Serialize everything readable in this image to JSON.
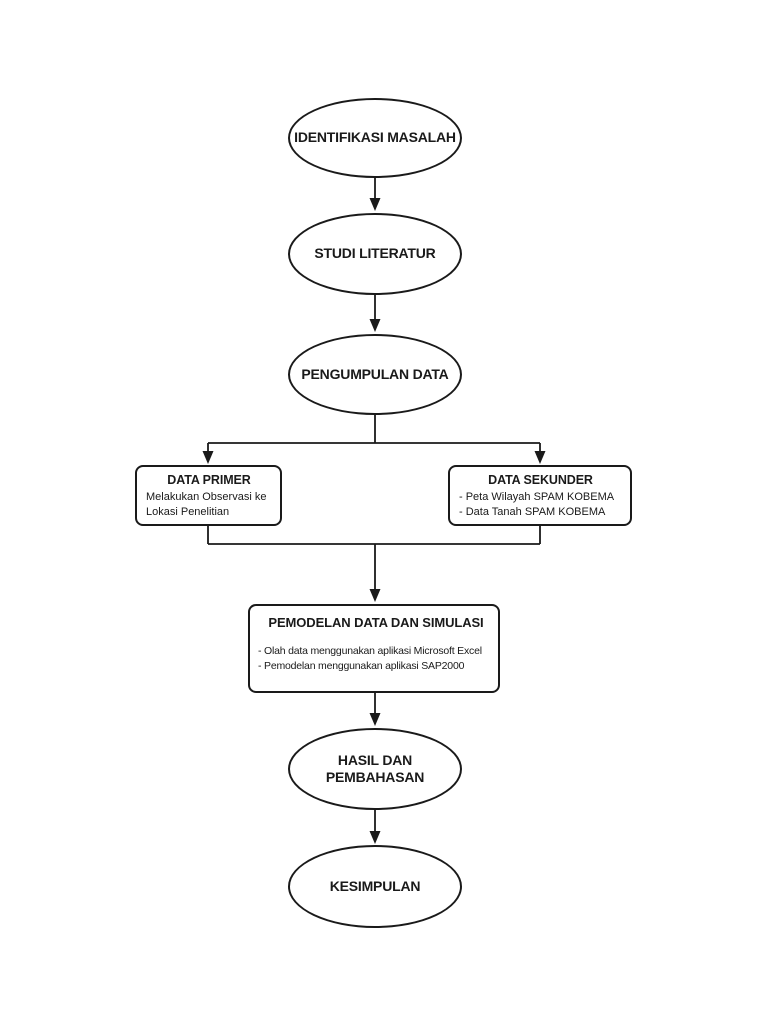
{
  "flowchart": {
    "colors": {
      "stroke": "#1a1a1a",
      "text": "#1a1a1a",
      "background": "#ffffff"
    },
    "nodes": {
      "identifikasi_masalah": {
        "label": "IDENTIFIKASI MASALAH"
      },
      "studi_literatur": {
        "label": "STUDI LITERATUR"
      },
      "pengumpulan_data": {
        "label": "PENGUMPULAN DATA"
      },
      "data_primer": {
        "title": "DATA PRIMER",
        "line1": "Melakukan Observasi ke",
        "line2": "Lokasi Penelitian"
      },
      "data_sekunder": {
        "title": "DATA SEKUNDER",
        "line1": "- Peta Wilayah SPAM KOBEMA",
        "line2": "- Data Tanah SPAM KOBEMA"
      },
      "pemodelan": {
        "title": "PEMODELAN DATA DAN SIMULASI",
        "line1": "- Olah data menggunakan aplikasi Microsoft Excel",
        "line2": "- Pemodelan menggunakan aplikasi SAP2000"
      },
      "hasil_pembahasan": {
        "line1": "HASIL DAN",
        "line2": "PEMBAHASAN"
      },
      "kesimpulan": {
        "label": "KESIMPULAN"
      }
    },
    "edges": [
      {
        "from": "identifikasi-masalah",
        "to": "studi-literatur"
      },
      {
        "from": "studi-literatur",
        "to": "pengumpulan-data"
      },
      {
        "from": "pengumpulan-data",
        "to": "data-primer"
      },
      {
        "from": "pengumpulan-data",
        "to": "data-sekunder"
      },
      {
        "from": "data-primer",
        "to": "pemodelan-data-dan-simulasi"
      },
      {
        "from": "data-sekunder",
        "to": "pemodelan-data-dan-simulasi"
      },
      {
        "from": "pemodelan-data-dan-simulasi",
        "to": "hasil-dan-pembahasan"
      },
      {
        "from": "hasil-dan-pembahasan",
        "to": "kesimpulan"
      }
    ]
  }
}
